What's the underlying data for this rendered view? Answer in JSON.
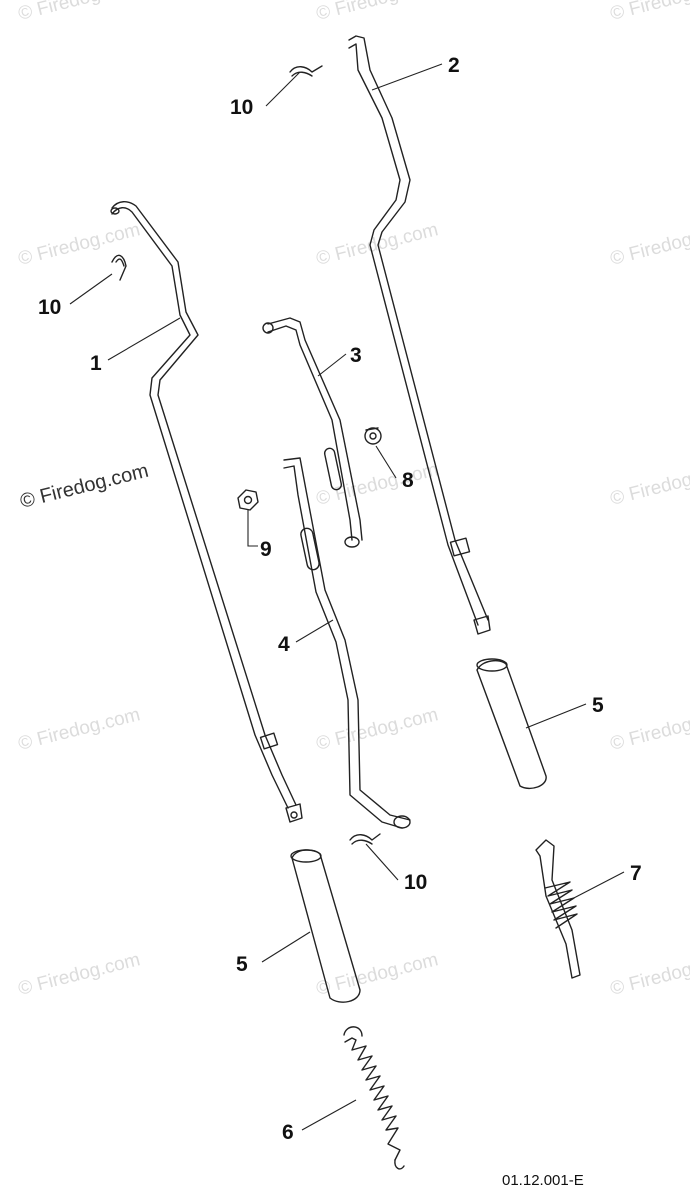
{
  "diagram": {
    "drawing_code": "01.12.001-E",
    "watermark_text": "© Firedog.com",
    "callouts": {
      "c1": "1",
      "c2": "2",
      "c3": "3",
      "c4": "4",
      "c5a": "5",
      "c5b": "5",
      "c6": "6",
      "c7": "7",
      "c8": "8",
      "c9": "9",
      "c10a": "10",
      "c10b": "10",
      "c10c": "10"
    }
  }
}
